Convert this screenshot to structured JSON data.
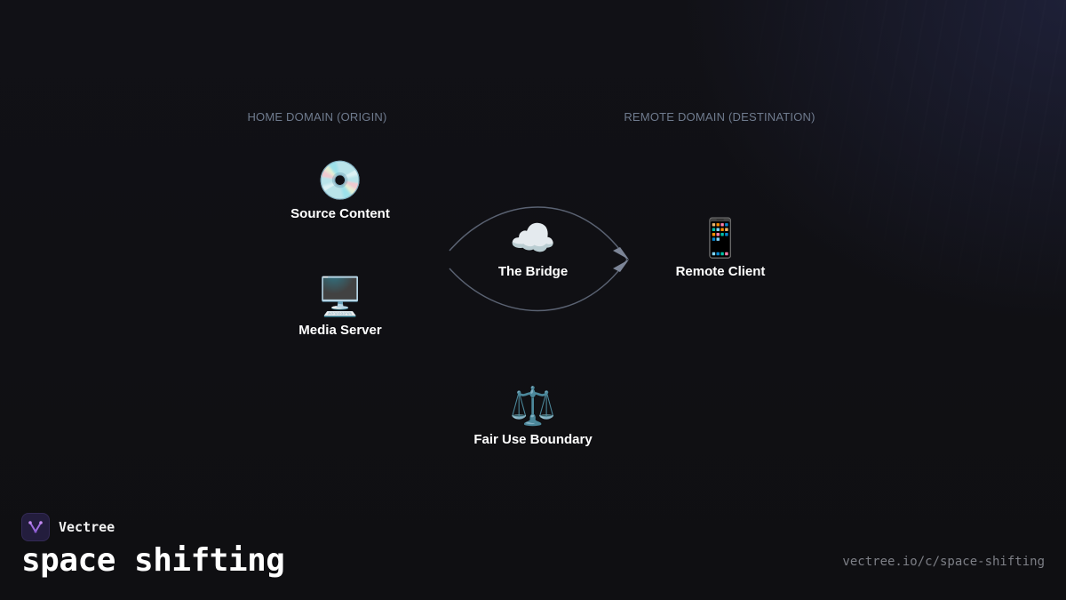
{
  "diagram": {
    "home_domain_label": "HOME DOMAIN (ORIGIN)",
    "remote_domain_label": "REMOTE DOMAIN (DESTINATION)",
    "nodes": {
      "source_content": {
        "label": "Source Content",
        "icon": "💿",
        "icon_name": "disc-icon"
      },
      "media_server": {
        "label": "Media Server",
        "icon": "🖥️",
        "icon_name": "desktop-computer-icon"
      },
      "bridge": {
        "label": "The Bridge",
        "icon": "☁️",
        "icon_name": "cloud-icon"
      },
      "remote_client": {
        "label": "Remote Client",
        "icon": "📱",
        "icon_name": "mobile-phone-icon"
      },
      "fair_use": {
        "label": "Fair Use Boundary",
        "icon": "⚖️",
        "icon_name": "scales-icon"
      }
    },
    "edges": [
      {
        "from": "source_content",
        "to": "remote_client",
        "via": "bridge"
      },
      {
        "from": "media_server",
        "to": "remote_client",
        "via": "bridge"
      }
    ],
    "colors": {
      "connector": "#5a6272",
      "arrowhead": "#7c8597"
    }
  },
  "footer": {
    "brand_name": "Vectree",
    "title": "space shifting",
    "url": "vectree.io/c/space-shifting"
  }
}
